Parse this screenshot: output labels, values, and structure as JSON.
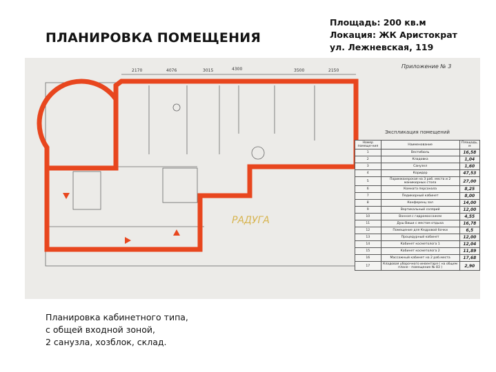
{
  "header": {
    "title": "ПЛАНИРОВКА ПОМЕЩЕНИЯ",
    "info": [
      "Площадь: 200 кв.м",
      "Локация: ЖК Аристократ",
      "ул. Лежневская, 119"
    ]
  },
  "description": [
    "Планировка кабинетного типа,",
    "с общей входной зоной,",
    "2 санузла, хозблок, склад."
  ],
  "plan": {
    "appendix": "Приложение № 3",
    "dimensions": [
      "2170",
      "4076",
      "3015",
      "4300",
      "3500",
      "2150"
    ],
    "highlight_color": "#e8461e",
    "logo_text": "Радуга",
    "explication": {
      "title": "Экспликация помещений",
      "headers": [
        "Номер помеще-ния",
        "Наименование",
        "Площадь, м"
      ],
      "rows": [
        {
          "n": "1",
          "name": "Вестибюль",
          "area": "16,58"
        },
        {
          "n": "2",
          "name": "Кладовка",
          "area": "1,04"
        },
        {
          "n": "3",
          "name": "Санузел",
          "area": "1,60"
        },
        {
          "n": "4",
          "name": "Коридор",
          "area": "47,53"
        },
        {
          "n": "5",
          "name": "Парикмахерская на 3 раб. места и 2 маникюрных стола",
          "area": "27,00"
        },
        {
          "n": "6",
          "name": "Комната персонала",
          "area": "8,25"
        },
        {
          "n": "7",
          "name": "Педикюрный кабинет",
          "area": "8,00"
        },
        {
          "n": "8",
          "name": "Конференц зал",
          "area": "14,00"
        },
        {
          "n": "9",
          "name": "Вертикальный солярий",
          "area": "12,00"
        },
        {
          "n": "10",
          "name": "Ванная с гидромассажем",
          "area": "4,55"
        },
        {
          "n": "11",
          "name": "Душ Виши с местом отдыха",
          "area": "16,78"
        },
        {
          "n": "12",
          "name": "Помещение для Кедровой бочки",
          "area": "6,5"
        },
        {
          "n": "13",
          "name": "Процедурный кабинет",
          "area": "12,00"
        },
        {
          "n": "14",
          "name": "Кабинет косметолога 1",
          "area": "12,04"
        },
        {
          "n": "15",
          "name": "Кабинет косметолога 2",
          "area": "11,89"
        },
        {
          "n": "16",
          "name": "Массажный кабинет на 2 раб.места",
          "area": "17,68"
        },
        {
          "n": "17",
          "name": "Кладовая уборочного инвентаря ( на общем плане - помещение № 83 )",
          "area": "2,90"
        }
      ]
    }
  }
}
